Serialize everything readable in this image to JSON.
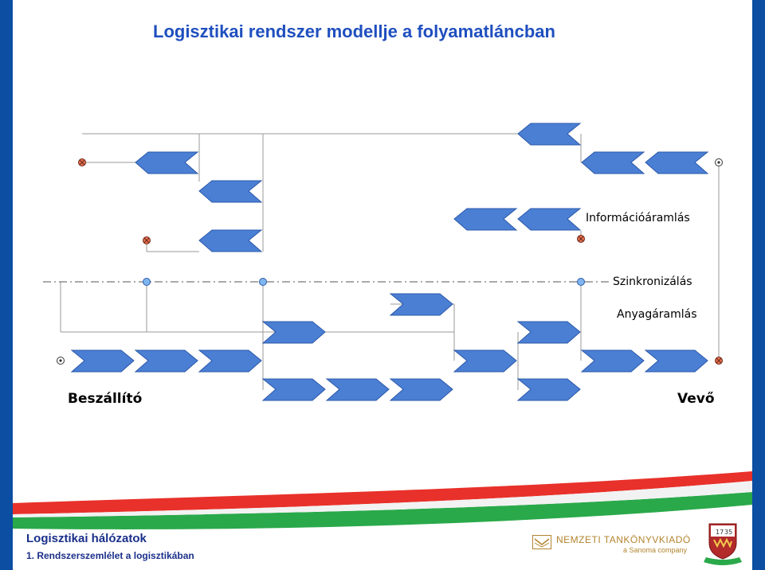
{
  "slide": {
    "title": "Logisztikai rendszer modellje a folyamatláncban",
    "footer_title": "Logisztikai hálózatok",
    "footer_subtitle": "1. Rendszerszemlélet a logisztikában"
  },
  "labels": {
    "information_flow": "Információáramlás",
    "synchronization": "Szinkronizálás",
    "material_flow": "Anyagáramlás",
    "supplier": "Beszállító",
    "customer": "Vevő"
  },
  "publisher": {
    "name": "NEMZETI TANKÖNYVKIADÓ",
    "subtitle": "a Sanoma company"
  },
  "crest": {
    "year_left": "17",
    "year_right": "35"
  },
  "colors": {
    "frame": "#0b4ea2",
    "arrow_fill": "#4a7fd4",
    "arrow_stroke": "#2c58a8",
    "marker_fill": "#e87050",
    "sync_node": "#7fb6f0",
    "title": "#1f4fbf",
    "stripe_red": "#e8312a",
    "stripe_green": "#2aa94a"
  }
}
